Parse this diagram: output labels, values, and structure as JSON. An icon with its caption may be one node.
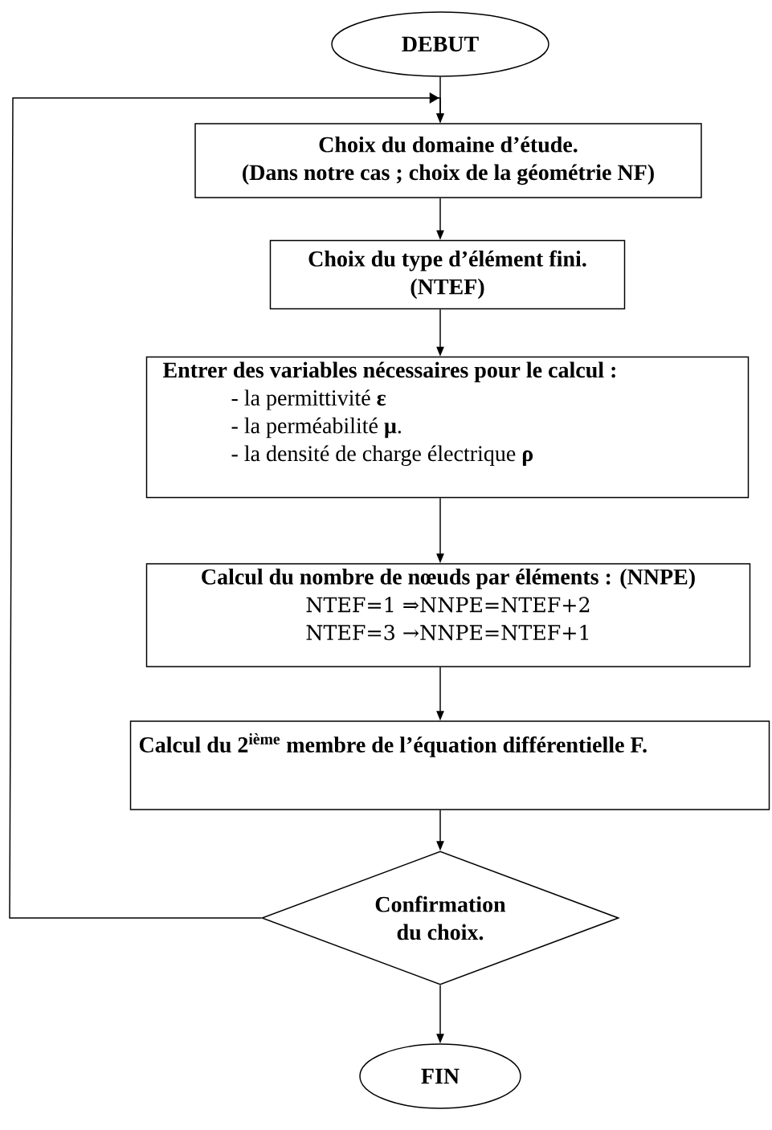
{
  "diagram": {
    "nodes": [
      {
        "text": [
          "DEBUT"
        ]
      },
      {
        "text": [
          "Choix du domaine d’étude.",
          "(Dans notre cas ; choix de la géométrie NF)"
        ]
      },
      {
        "text": [
          "Choix du type d’élément fini.",
          "(NTEF)"
        ]
      },
      {
        "text": [
          "Entrer des variables nécessaires pour le calcul  :",
          "- la permittivité **ε**",
          "-  la perméabilité **μ**.",
          "- la densité de charge électrique **ρ**"
        ]
      },
      {
        "text": [
          "Calcul du nombre de nœuds par éléments : (NNPE)",
          "NTEF=1 ⇒NNPE=NTEF+2",
          "NTEF=3 →NNPE=NTEF+1"
        ]
      },
      {
        "text": [
          "Calcul du 2$^{ième}$ membre de l’équation différentielle F."
        ]
      },
      {
        "text": [
          "Confirmation du choix."
        ]
      },
      {
        "text": [
          "FIN"
        ]
      }
    ],
    "edges": [
      {
        "from": 0,
        "to": 1,
        "arrow": "to"
      },
      {
        "from": 1,
        "to": 2,
        "arrow": "to"
      },
      {
        "from": 2,
        "to": 3,
        "arrow": "to"
      },
      {
        "from": 3,
        "to": 4,
        "arrow": "to"
      },
      {
        "from": 4,
        "to": 5,
        "arrow": "to"
      },
      {
        "from": 5,
        "to": 6,
        "arrow": "to"
      },
      {
        "from": 6,
        "to": 7,
        "arrow": "to"
      },
      {
        "from": 6,
        "to": 1,
        "arrow": "to"
      }
    ]
  }
}
